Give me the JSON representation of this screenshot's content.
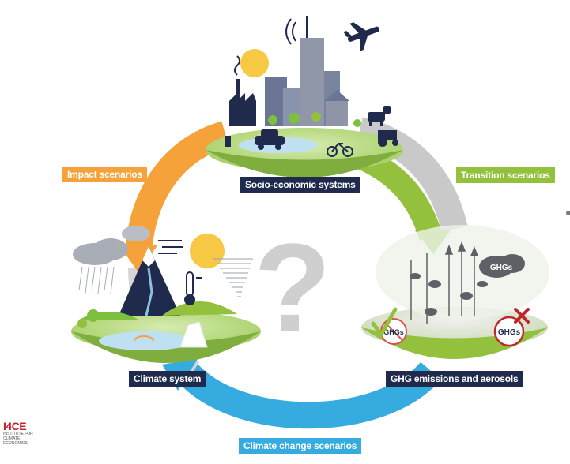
{
  "labels": {
    "socio": "Socio-economic systems",
    "impact": "Impact scenarios",
    "transition": "Transition scenarios",
    "climate_system": "Climate system",
    "ghg_emissions": "GHG emissions and aerosols",
    "climate_change": "Climate change scenarios"
  },
  "badges": {
    "ghg_top": "GHGs",
    "ghg_crossed": "GHGs",
    "ghg_circle": "GHGs"
  },
  "center_symbol": "?",
  "logo": {
    "mark": "I4CE",
    "line1": "INSTITUTE FOR",
    "line2": "CLIMATE",
    "line3": "ECONOMICS"
  },
  "colors": {
    "navy": "#1f2a4d",
    "orange": "#f5a23a",
    "green": "#93c13e",
    "blue": "#35abe0",
    "grey_arc": "#c9c9c9",
    "question": "#cfcfcf"
  }
}
